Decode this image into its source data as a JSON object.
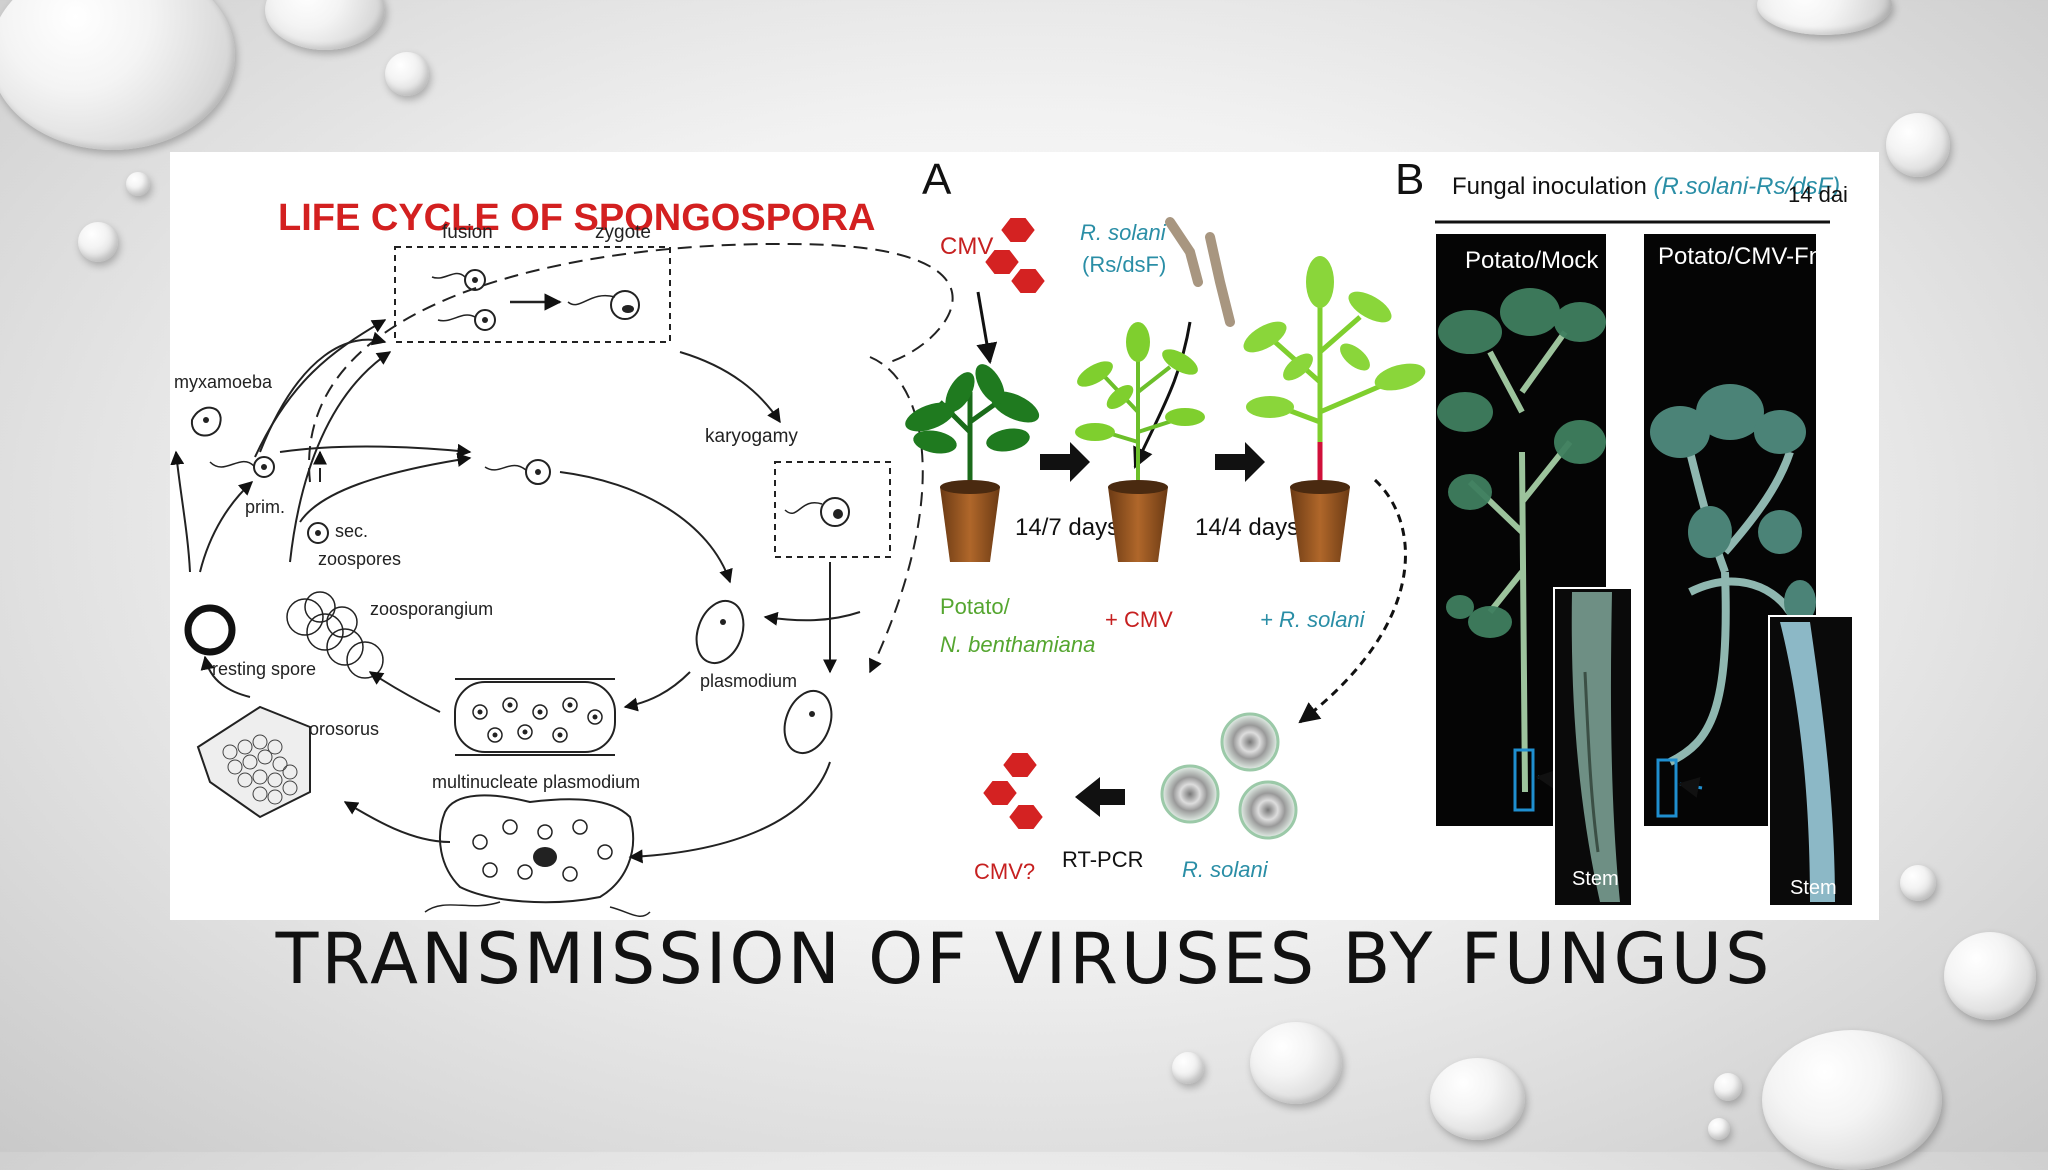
{
  "slide": {
    "title": "TRANSMISSION OF VIRUSES BY FUNGUS"
  },
  "life_cycle": {
    "title": "LIFE CYCLE OF SPONGOSPORA",
    "labels": {
      "fusion": "fusion",
      "zygote": "zygote",
      "myxamoeba": "myxamoeba",
      "karyogamy": "karyogamy",
      "prim": "prim.",
      "sec": "sec.",
      "zoospores": "zoospores",
      "zoosporangium": "zoosporangium",
      "resting_spore": "resting spore",
      "plasmodium": "plasmodium",
      "sporosorus": "sporosorus",
      "multinucleate_plasmodium": "multinucleate plasmodium"
    }
  },
  "panel_a": {
    "letter": "A",
    "cmv": "CMV",
    "r_solani_line1": "R. solani",
    "r_solani_line2": "(Rs/dsF)",
    "days1": "14/7 days",
    "days2": "14/4 days",
    "pot1_line1": "Potato/",
    "pot1_line2": "N. benthamiana",
    "pot2": "+ CMV",
    "pot3": "+ R. solani",
    "cmv_q": "CMV?",
    "rtpcr": "RT-PCR",
    "dishes": "R. solani"
  },
  "panel_b": {
    "letter": "B",
    "header_prefix": "Fungal inoculation ",
    "header_highlight": "(R.solani-Rs/dsF)",
    "dai": "14 dai",
    "left_label": "Potato/Mock",
    "right_label": "Potato/CMV-Fny",
    "stem_left": "Stem",
    "stem_right": "Stem"
  }
}
